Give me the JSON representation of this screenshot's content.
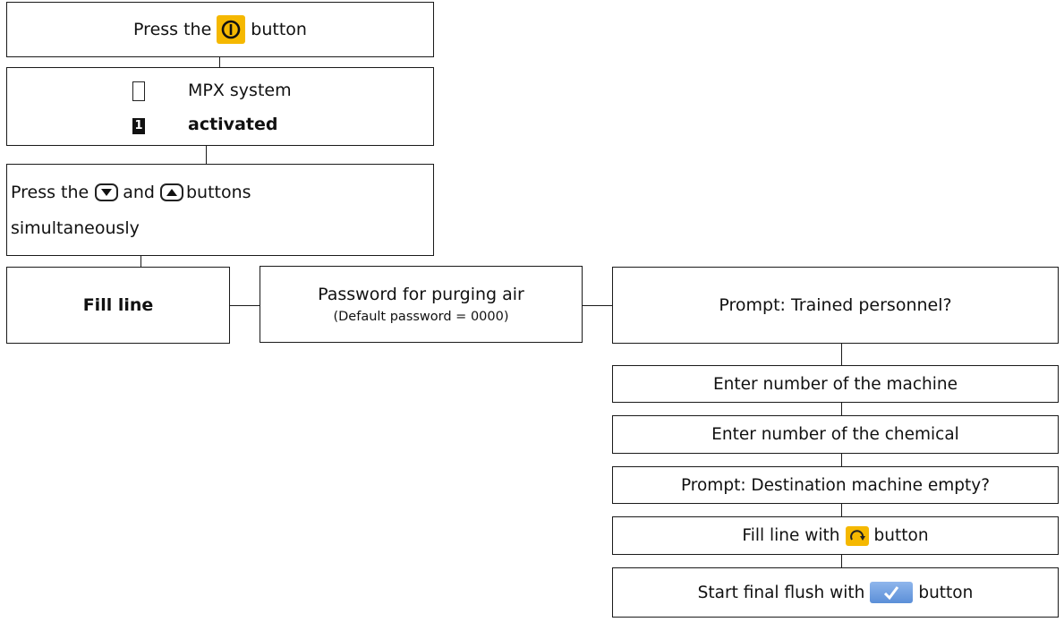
{
  "steps": {
    "press_power": {
      "before": "Press the",
      "after": "button"
    },
    "mpx": {
      "line1": "MPX system",
      "line2": "activated",
      "display_digit": "1"
    },
    "press_arrows": {
      "before": "Press the",
      "middle": "and",
      "after": "buttons",
      "line2": "simultaneously"
    },
    "fill_line": {
      "label": "Fill line"
    },
    "password": {
      "line1": "Password for purging air",
      "line2": "(Default password = 0000)"
    },
    "prompt_trained": {
      "label": "Prompt: Trained personnel?"
    },
    "enter_machine": {
      "label": "Enter number of the machine"
    },
    "enter_chemical": {
      "label": "Enter number of the chemical"
    },
    "prompt_destination": {
      "label": "Prompt: Destination machine empty?"
    },
    "fill_with": {
      "before": "Fill line with",
      "after": "button"
    },
    "start_flush": {
      "before": "Start final flush with",
      "after": "button"
    }
  },
  "icons": {
    "power": "power-icon",
    "down": "down-arrow-icon",
    "up": "up-arrow-icon",
    "rotate": "rotate-icon",
    "check": "checkmark-icon"
  },
  "colors": {
    "accent_yellow": "#f5b800",
    "accent_blue": "#6a9be0",
    "line": "#1a1a1a"
  }
}
